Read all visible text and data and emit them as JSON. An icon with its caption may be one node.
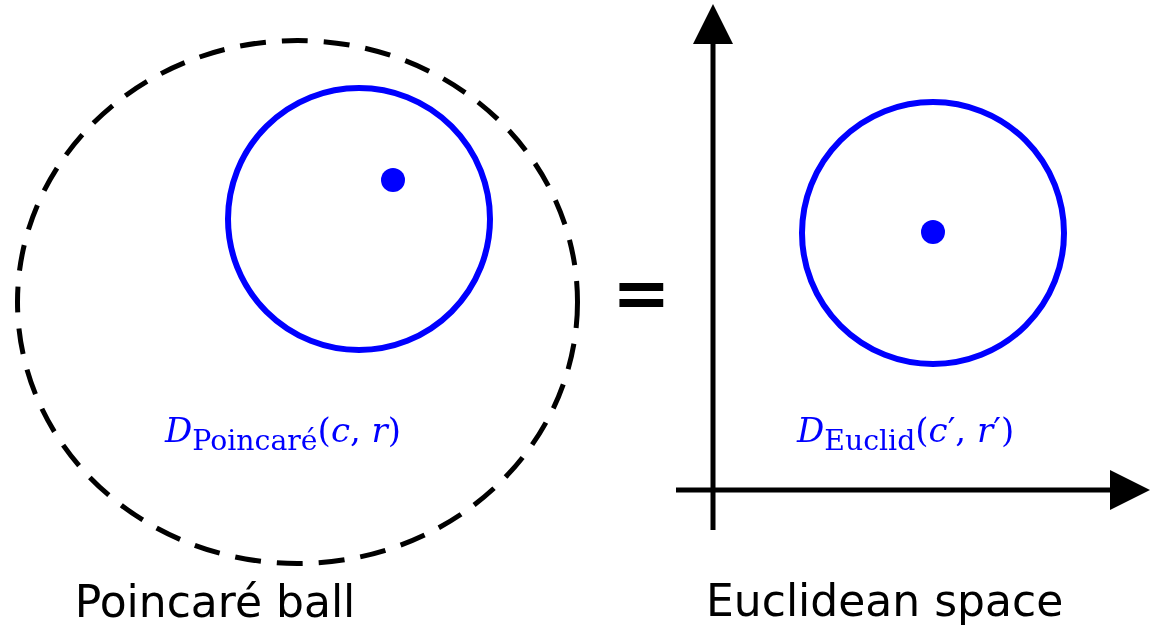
{
  "diagram": {
    "nodes": [
      {
        "text": [
          "Poincaré ball"
        ]
      },
      {
        "text": [],
        "shape": "circle",
        "in": 0,
        "beside": [
          "*D*$_{Poincaré}$(*c*, *r*)"
        ]
      },
      {
        "text": [],
        "shape": "circle",
        "in": 1
      },
      {
        "text": [],
        "shape": "circle",
        "beside": [
          "*D*$_{Euclid}$(*c*′, *r*′)"
        ]
      },
      {
        "text": [],
        "shape": "circle",
        "in": 3
      }
    ],
    "edges": [],
    "labels": [
      "=",
      "Euclidean space"
    ]
  }
}
